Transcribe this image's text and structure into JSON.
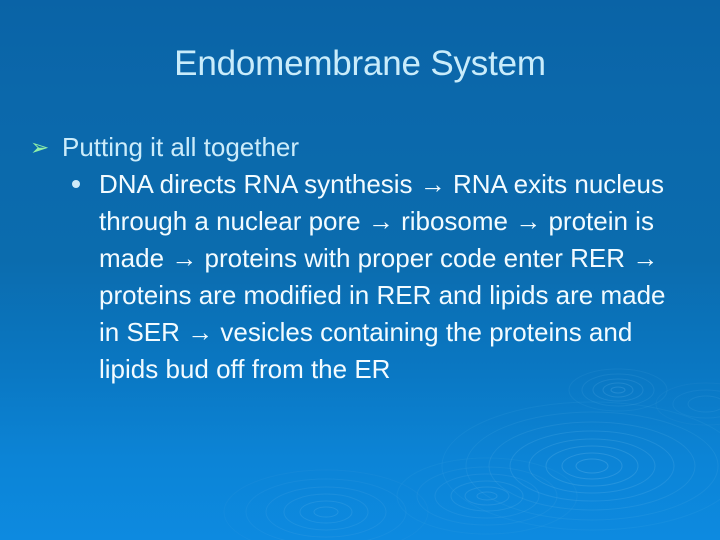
{
  "slide": {
    "title": "Endomembrane System",
    "theme_colors": {
      "background_top": "#0a63a6",
      "background_bottom": "#0d8ae0",
      "title_text": "#c9ecfb",
      "body_text": "#f2fbff",
      "level1_text": "#ccecfa",
      "level1_bullet": "#90f0a8",
      "level2_bullet": "#cfeaf8"
    },
    "bullets": [
      {
        "level": 1,
        "marker": "arrowhead-bullet",
        "marker_glyph": "➢",
        "text": "Putting it all together"
      },
      {
        "level": 2,
        "marker": "round-bullet",
        "marker_glyph": "●",
        "text": "DNA directs RNA synthesis → RNA exits nucleus through a nuclear pore → ribosome → protein is made → proteins with proper code enter RER →  proteins are modified in RER and lipids are made in SER → vesicles containing the proteins and lipids bud off from the ER"
      }
    ],
    "decoration": {
      "name": "water-ripple-rings",
      "description": "concentric elliptical ripple rings in lower right"
    }
  }
}
